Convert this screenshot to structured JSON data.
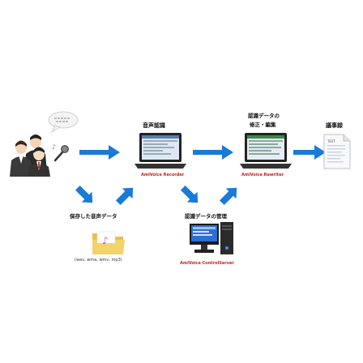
{
  "labels": {
    "recognition": "音声認識",
    "edit_title_line1": "認識データの",
    "edit_title_line2": "修正・編集",
    "minutes": "議事録",
    "saved_audio": "保存した音声データ",
    "data_management": "認識データの管理"
  },
  "products": {
    "recorder": "AmiVoice Recorder",
    "rewriter": "AmiVoice Rewriter",
    "control_server": "AmiVoice ControlServer"
  },
  "formats": "(wav, wma, wmv, mp3)",
  "doc_tag": "TEXT",
  "colors": {
    "arrow": "#1a7ad8",
    "product_text": "#d01818",
    "folder": "#e8c04a"
  },
  "icons": [
    "speech-bubble-icon",
    "people-icon",
    "microphone-icon",
    "laptop-icon",
    "document-icon",
    "folder-icon",
    "music-note-icon",
    "desktop-computer-icon",
    "arrow-icon"
  ]
}
